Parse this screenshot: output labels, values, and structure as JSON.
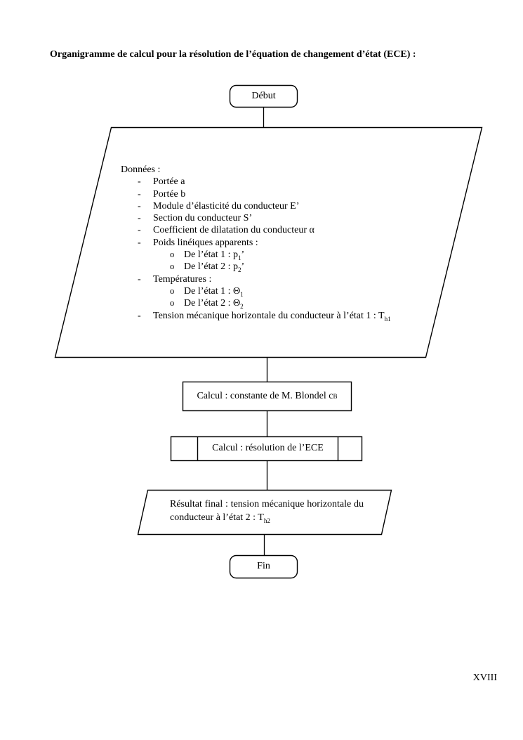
{
  "page": {
    "title": "Organigramme de calcul pour la résolution de l’équation de changement d’état (ECE) :",
    "page_number": "XVIII"
  },
  "colors": {
    "ink": "#000000",
    "background": "#ffffff"
  },
  "flowchart": {
    "start_label": "Début",
    "end_label": "Fin",
    "data_block": {
      "heading": "Données :",
      "items": [
        {
          "level": 1,
          "marker": "-",
          "segments": [
            {
              "t": "Portée a"
            }
          ]
        },
        {
          "level": 1,
          "marker": "-",
          "segments": [
            {
              "t": "Portée b"
            }
          ]
        },
        {
          "level": 1,
          "marker": "-",
          "segments": [
            {
              "t": "Module d’élasticité du conducteur E’"
            }
          ]
        },
        {
          "level": 1,
          "marker": "-",
          "segments": [
            {
              "t": "Section du conducteur S’"
            }
          ]
        },
        {
          "level": 1,
          "marker": "-",
          "segments": [
            {
              "t": "Coefficient de dilatation du conducteur α"
            }
          ]
        },
        {
          "level": 1,
          "marker": "-",
          "segments": [
            {
              "t": "Poids linéiques apparents :"
            }
          ]
        },
        {
          "level": 2,
          "marker": "o",
          "segments": [
            {
              "t": "De l’état 1 : p"
            },
            {
              "sub": "1"
            },
            {
              "t": "’"
            }
          ]
        },
        {
          "level": 2,
          "marker": "o",
          "segments": [
            {
              "t": "De l’état 2 : p"
            },
            {
              "sub": "2"
            },
            {
              "t": "’"
            }
          ]
        },
        {
          "level": 1,
          "marker": "-",
          "segments": [
            {
              "t": "Températures :"
            }
          ]
        },
        {
          "level": 2,
          "marker": "o",
          "segments": [
            {
              "t": "De l’état 1 : Θ"
            },
            {
              "sub": "1"
            }
          ]
        },
        {
          "level": 2,
          "marker": "o",
          "segments": [
            {
              "t": "De l’état 2 : Θ"
            },
            {
              "sub": "2"
            }
          ]
        },
        {
          "level": 1,
          "marker": "-",
          "segments": [
            {
              "t": "Tension mécanique horizontale du conducteur à l’état 1 : T"
            },
            {
              "sub": "h1"
            }
          ]
        }
      ]
    },
    "process_blondel": {
      "segments": [
        {
          "t": "Calcul : constante de M. Blondel c"
        },
        {
          "sub": "B"
        }
      ]
    },
    "process_ece": {
      "segments": [
        {
          "t": "Calcul : résolution de l’ECE"
        }
      ]
    },
    "result": {
      "segments": [
        {
          "t": "Résultat final : tension mécanique horizontale du conducteur à l’état 2 : T"
        },
        {
          "sub": "h2"
        }
      ]
    }
  }
}
